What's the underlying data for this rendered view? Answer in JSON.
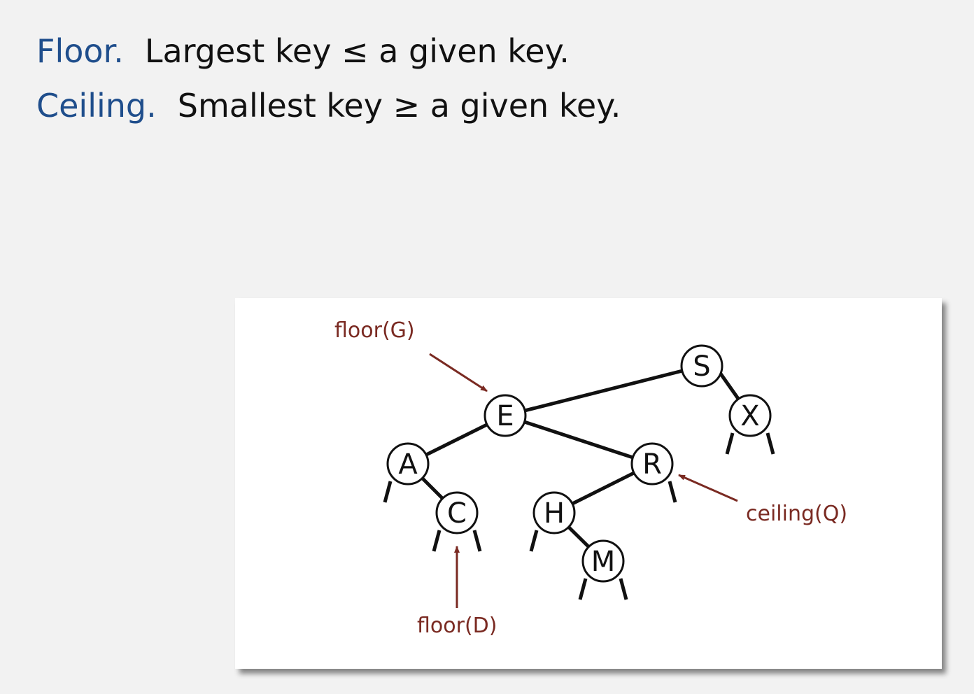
{
  "definitions": {
    "floor": {
      "term": "Floor.",
      "text": "Largest key ≤ a given key."
    },
    "ceiling": {
      "term": "Ceiling.",
      "text": "Smallest key ≥ a given key."
    }
  },
  "tree": {
    "nodes": {
      "S": "S",
      "E": "E",
      "X": "X",
      "A": "A",
      "R": "R",
      "C": "C",
      "H": "H",
      "M": "M"
    },
    "annotations": {
      "floor_g": "floor(G)",
      "floor_d": "floor(D)",
      "ceiling_q": "ceiling(Q)"
    }
  },
  "colors": {
    "term": "#1f4e8c",
    "annotation": "#7a2a22",
    "edge": "#111111"
  }
}
